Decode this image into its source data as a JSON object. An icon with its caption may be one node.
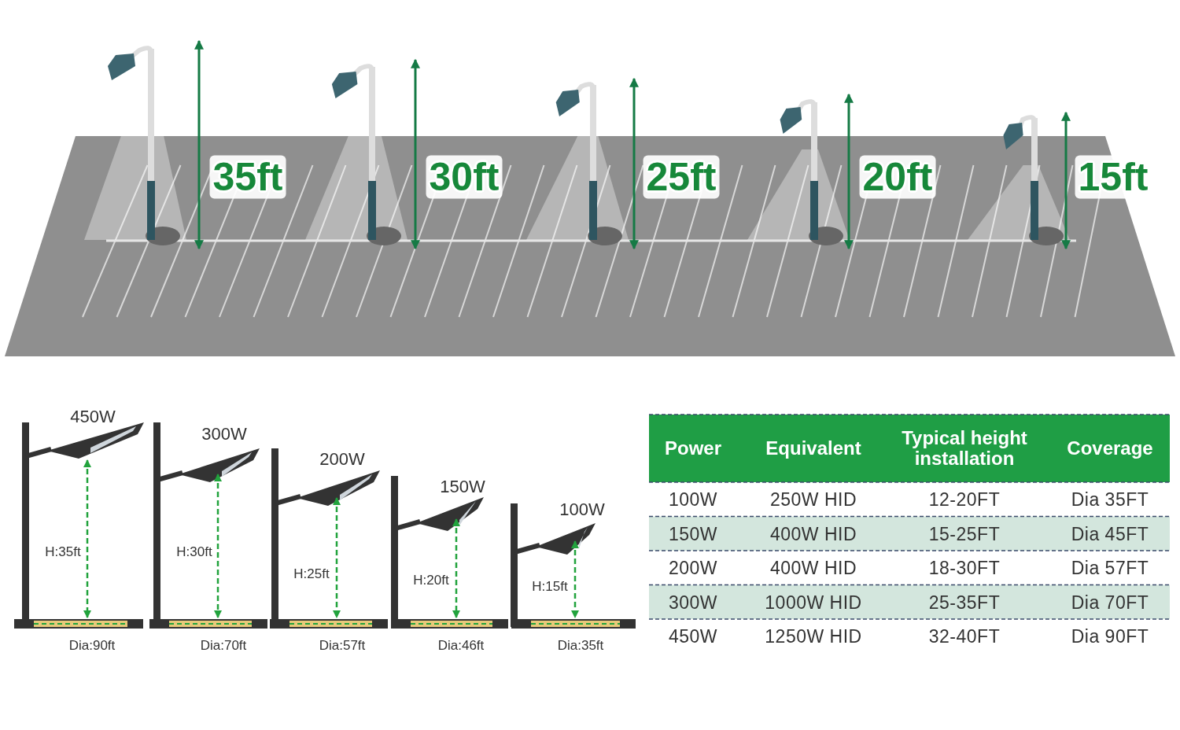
{
  "diagram": {
    "labels": [
      "35ft",
      "30ft",
      "25ft",
      "20ft",
      "15ft",
      "450W",
      "300W",
      "200W",
      "150W",
      "100W",
      "H:35ft",
      "H:30ft",
      "H:25ft",
      "H:20ft",
      "H:15ft",
      "Dia:90ft",
      "Dia:70ft",
      "Dia:57ft",
      "Dia:46ft",
      "Dia:35ft",
      "Power",
      "Equivalent",
      "Typical height installation",
      "Coverage",
      "100W",
      "250W HID",
      "12-20FT",
      "Dia 35FT",
      "150W",
      "400W HID",
      "15-25FT",
      "Dia 45FT",
      "200W",
      "400W HID",
      "18-30FT",
      "Dia 57FT",
      "300W",
      "1000W HID",
      "25-35FT",
      "Dia 70FT",
      "450W",
      "1250W HID",
      "32-40FT",
      "Dia 90FT"
    ]
  }
}
